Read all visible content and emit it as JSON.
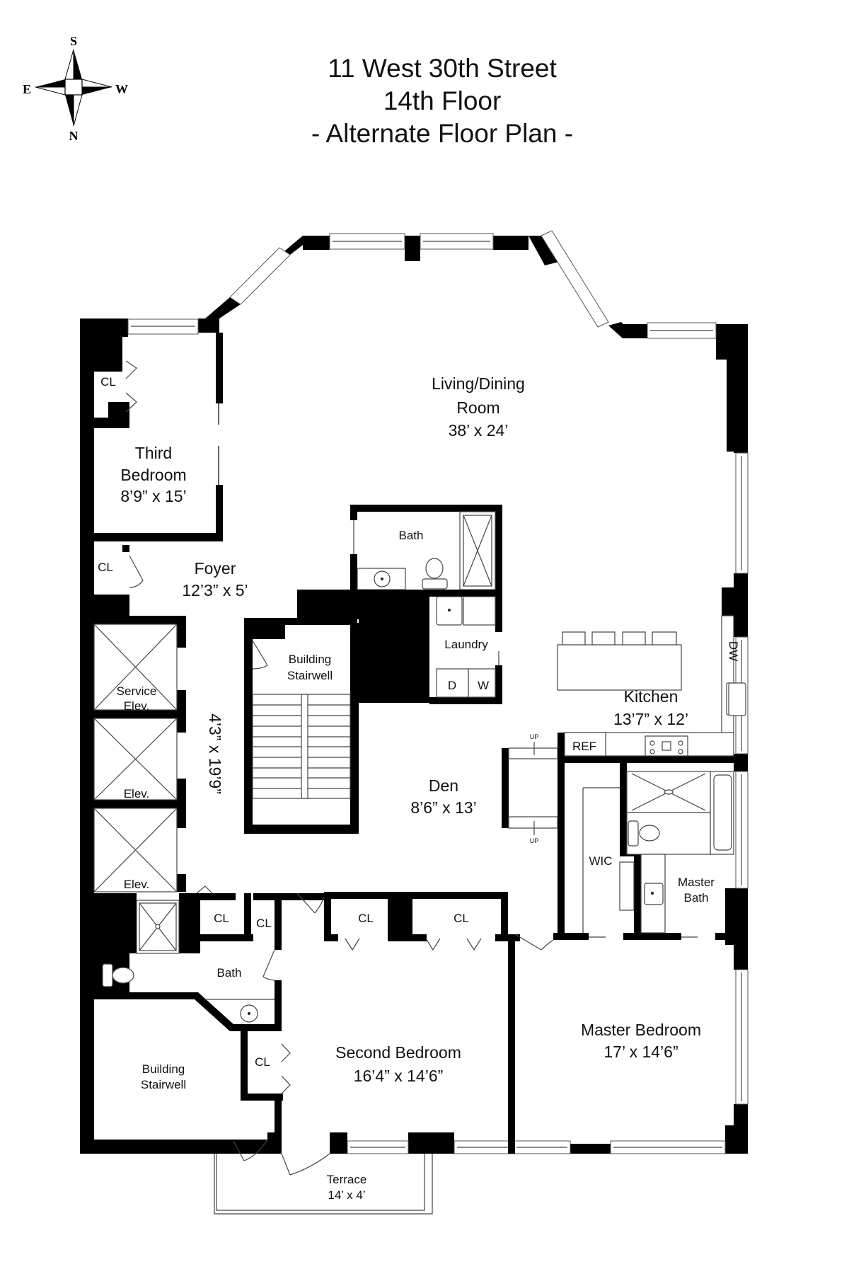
{
  "title": {
    "line1": "11 West 30th Street",
    "line2": "14th Floor",
    "line3": "- Alternate Floor Plan -"
  },
  "compass": {
    "top": "S",
    "bottom": "N",
    "left": "E",
    "right": "W"
  },
  "rooms": {
    "living": {
      "name_line1": "Living/Dining",
      "name_line2": "Room",
      "dims": "38’ x 24’"
    },
    "third_bedroom": {
      "name_line1": "Third",
      "name_line2": "Bedroom",
      "dims": "8’9” x 15’"
    },
    "third_bedroom_closet": "CL",
    "foyer": {
      "name": "Foyer",
      "dims": "12’3” x 5’"
    },
    "foyer_closet": "CL",
    "hall_dims": "4’3” x 19’9”",
    "bath_upper": "Bath",
    "laundry": {
      "name": "Laundry",
      "dryer": "D",
      "washer": "W"
    },
    "stairwell_upper": {
      "line1": "Building",
      "line2": "Stairwell"
    },
    "service_elev": {
      "line1": "Service",
      "line2": "Elev."
    },
    "elev1": "Elev.",
    "elev2": "Elev.",
    "kitchen": {
      "name": "Kitchen",
      "dims": "13’7” x 12’",
      "ref": "REF",
      "dw": "DW"
    },
    "den": {
      "name": "Den",
      "dims": "8’6” x 13’",
      "up_top": "UP",
      "up_bottom": "UP"
    },
    "wic": "WIC",
    "master_bath": {
      "line1": "Master",
      "line2": "Bath"
    },
    "closet_a": "CL",
    "closet_b": "CL",
    "closet_c": "CL",
    "closet_d": "CL",
    "closet_e": "CL",
    "bath_lower": "Bath",
    "stairwell_lower": {
      "line1": "Building",
      "line2": "Stairwell"
    },
    "second_bedroom": {
      "name": "Second Bedroom",
      "dims": "16’4” x 14’6”"
    },
    "master_bedroom": {
      "name": "Master Bedroom",
      "dims": "17’ x 14’6”"
    },
    "terrace": {
      "name": "Terrace",
      "dims": "14’ x 4’"
    }
  },
  "colors": {
    "wall": "#000000",
    "background": "#ffffff",
    "fixture_line": "#444444"
  }
}
